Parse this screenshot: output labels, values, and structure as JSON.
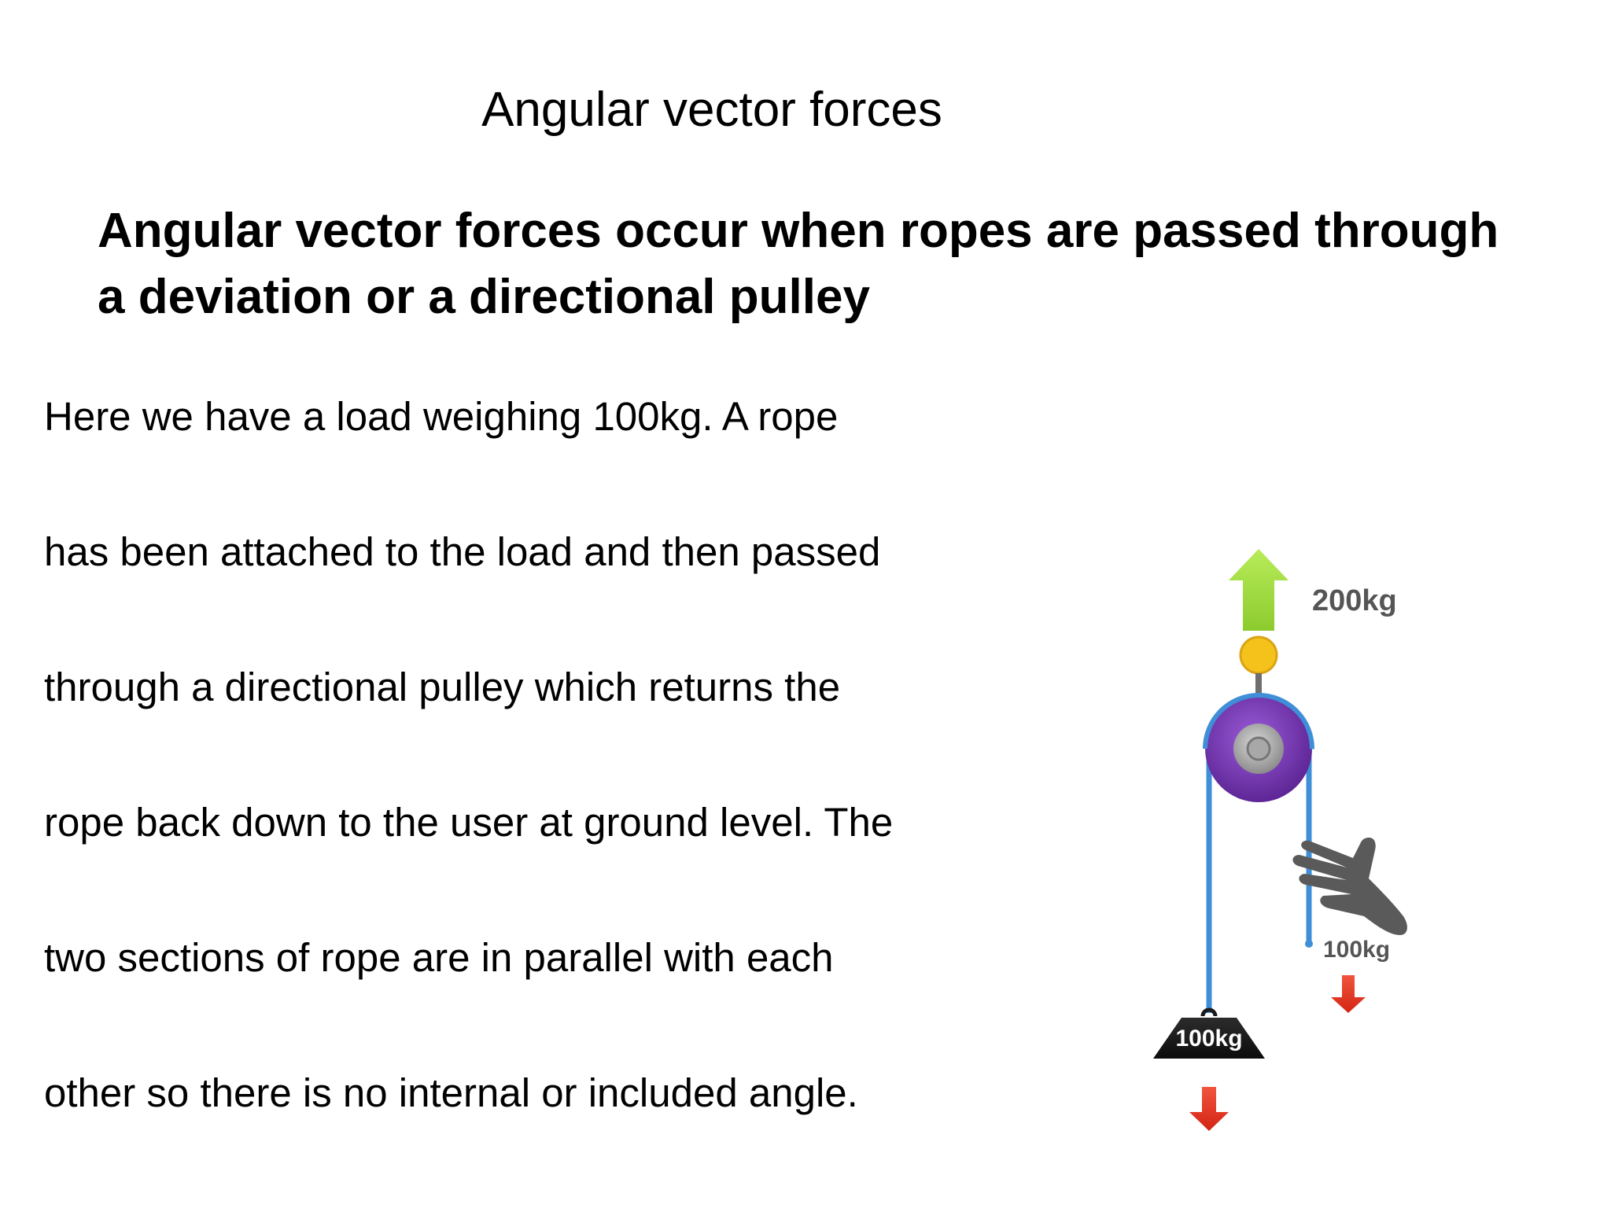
{
  "slide": {
    "title": "Angular vector forces",
    "subtitle_lines": [
      "Angular vector forces occur when ropes are passed through",
      "a deviation or a directional pulley"
    ],
    "body_lines": [
      "Here we have a load weighing 100kg. A rope",
      "has been attached to the load and then passed",
      "through a directional pulley which returns the",
      "rope back down to the user at ground level. The",
      "two sections of rope are in parallel with each",
      "other so there is no internal or included angle."
    ]
  },
  "diagram": {
    "anchor_force_label": "200kg",
    "pull_force_label": "100kg",
    "load_label": "100kg",
    "colors": {
      "up_arrow": "#9AD83A",
      "down_arrow": "#E2321E",
      "rope": "#3F8FD8",
      "pulley": "#7A3CB8",
      "anchor": "#F4C21A",
      "load": "#1A1A1A",
      "hand": "#555555"
    }
  }
}
